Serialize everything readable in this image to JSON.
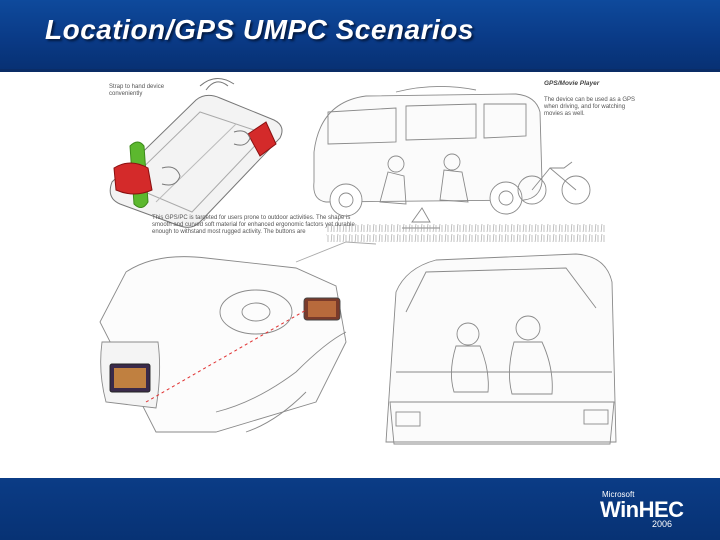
{
  "slide": {
    "title": "Location/GPS UMPC Scenarios"
  },
  "captions": {
    "strap": "Strap to hand device conveniently",
    "gps_body": "This GPS/PC is targeted for users prone to outdoor activities. The shape is smooth and curved soft material for enhanced ergonomic factors yet durable enough to withstand most rugged activity. The buttons are",
    "movie_title": "GPS/Movie Player",
    "movie_body": "The device can be used as a GPS when driving, and for watching movies as well."
  },
  "logo": {
    "company": "Microsoft",
    "name": "WinHEC",
    "year": "2006"
  },
  "colors": {
    "header_blue": "#0a3a86",
    "footer_blue": "#073274",
    "strap_red": "#d42a2a",
    "grip_green": "#5cb82e",
    "laser_red": "#e03030",
    "sketch_line": "#8a8a8a"
  }
}
